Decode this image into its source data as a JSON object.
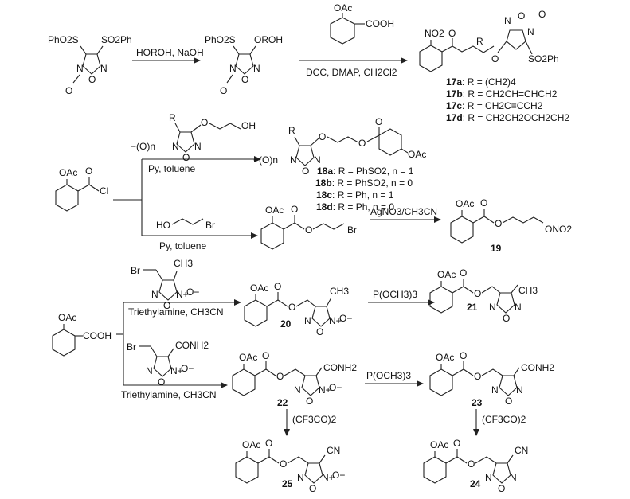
{
  "scheme": {
    "s1_sm_left_sub": "PhO2S",
    "s1_sm_right_sub": "SO2Ph",
    "s1_sm_ring_o": "O",
    "s1_sm_noxide": "O",
    "s1_arrow1_reagent": "HOROH, NaOH",
    "s1_int_left_sub": "PhO2S",
    "s1_int_right_sub": "OROH",
    "s1_int_ring_o": "O",
    "s1_int_noxide": "O",
    "s1_acid_oac": "OAc",
    "s1_acid_cooh": "COOH",
    "s1_arrow2_reagent": "DCC, DMAP, CH2Cl2",
    "s1_prod_no2": "NO2",
    "s1_prod_r": "R",
    "s1_prod_sulfonyl": "SO2Ph",
    "s1_prod_noxide": "O",
    "s1_variants": [
      {
        "label": "17a",
        "text": ": R = (CH2)4"
      },
      {
        "label": "17b",
        "text": ": R = CH2CH=CHCH2"
      },
      {
        "label": "17c",
        "text": ": R = CH2C≡CCH2"
      },
      {
        "label": "17d",
        "text": ": R = CH2CH2OCH2CH2"
      }
    ],
    "s2_sm_oac": "OAc",
    "s2_sm_cl": "Cl",
    "s2_reagent_r": "R",
    "s2_reagent_oh": "OH",
    "s2_reagent_on": "(O)n",
    "s2_arrow_upper": "Py, toluene",
    "s2_prod_r": "R",
    "s2_prod_on": "(O)n",
    "s2_prod_oac": "OAc",
    "s2_variants": [
      {
        "label": "18a",
        "text": ": R = PhSO2, n = 1"
      },
      {
        "label": "18b",
        "text": ": R = PhSO2, n = 0"
      },
      {
        "label": "18c",
        "text": ": R = Ph, n = 1"
      },
      {
        "label": "18d",
        "text": ": R = Ph, n = 0"
      }
    ],
    "s2_bromo_ho": "HO",
    "s2_bromo_br": "Br",
    "s2_arrow_lower": "Py, toluene",
    "s2_int_oac": "OAc",
    "s2_int_br": "Br",
    "s2_arrow_nitrate": "AgNO3/CH3CN",
    "s2_p19_oac": "OAc",
    "s2_p19_ono2": "ONO2",
    "s2_p19_label": "19",
    "s3_acid_oac": "OAc",
    "s3_acid_cooh": "COOH",
    "s3_bromide1_br": "Br",
    "s3_bromide1_ch3": "CH3",
    "s3_arrow_upper": "Triethylamine, CH3CN",
    "s3_p20_oac": "OAc",
    "s3_p20_ch3": "CH3",
    "s3_p20_label": "20",
    "s3_arrow_p20": "P(OCH3)3",
    "s3_p21_oac": "OAc",
    "s3_p21_ch3": "CH3",
    "s3_p21_label": "21",
    "s3_bromide2_br": "Br",
    "s3_bromide2_conh2": "CONH2",
    "s3_arrow_lower": "Triethylamine, CH3CN",
    "s3_p22_oac": "OAc",
    "s3_p22_conh2": "CONH2",
    "s3_p22_label": "22",
    "s3_arrow_p22": "P(OCH3)3",
    "s3_p23_oac": "OAc",
    "s3_p23_conh2": "CONH2",
    "s3_p23_label": "23",
    "s3_arrow_down1": "(CF3CO)2",
    "s3_arrow_down2": "(CF3CO)2",
    "s3_p25_oac": "OAc",
    "s3_p25_cn": "CN",
    "s3_p25_label": "25",
    "s3_p24_oac": "OAc",
    "s3_p24_cn": "CN",
    "s3_p24_label": "24",
    "atom_n": "N",
    "atom_nplus": "N+",
    "atom_o": "O",
    "atom_ominus": "O−",
    "atom_omin": "−(O)n"
  }
}
